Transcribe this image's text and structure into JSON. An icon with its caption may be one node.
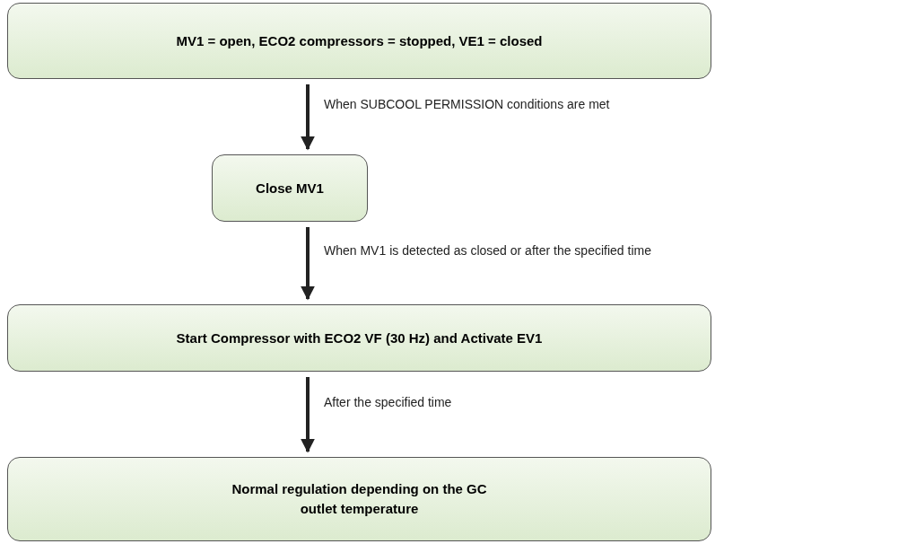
{
  "diagram": {
    "nodes": [
      {
        "text": [
          "MV1 = open, ECO2 compressors = stopped, VE1 = closed"
        ]
      },
      {
        "text": [
          "Close MV1"
        ]
      },
      {
        "text": [
          "Start Compressor with ECO2 VF (30 Hz) and Activate EV1"
        ]
      },
      {
        "text": [
          "Normal regulation depending on the GC outlet temperature"
        ]
      }
    ],
    "edges": [
      {
        "from": 0,
        "to": 1,
        "arrow": "to",
        "label": "When SUBCOOL PERMISSION conditions are met"
      },
      {
        "from": 1,
        "to": 2,
        "arrow": "to",
        "label": "When MV1 is detected as closed or after the specified time"
      },
      {
        "from": 2,
        "to": 3,
        "arrow": "to",
        "label": "After the specified time"
      }
    ]
  }
}
